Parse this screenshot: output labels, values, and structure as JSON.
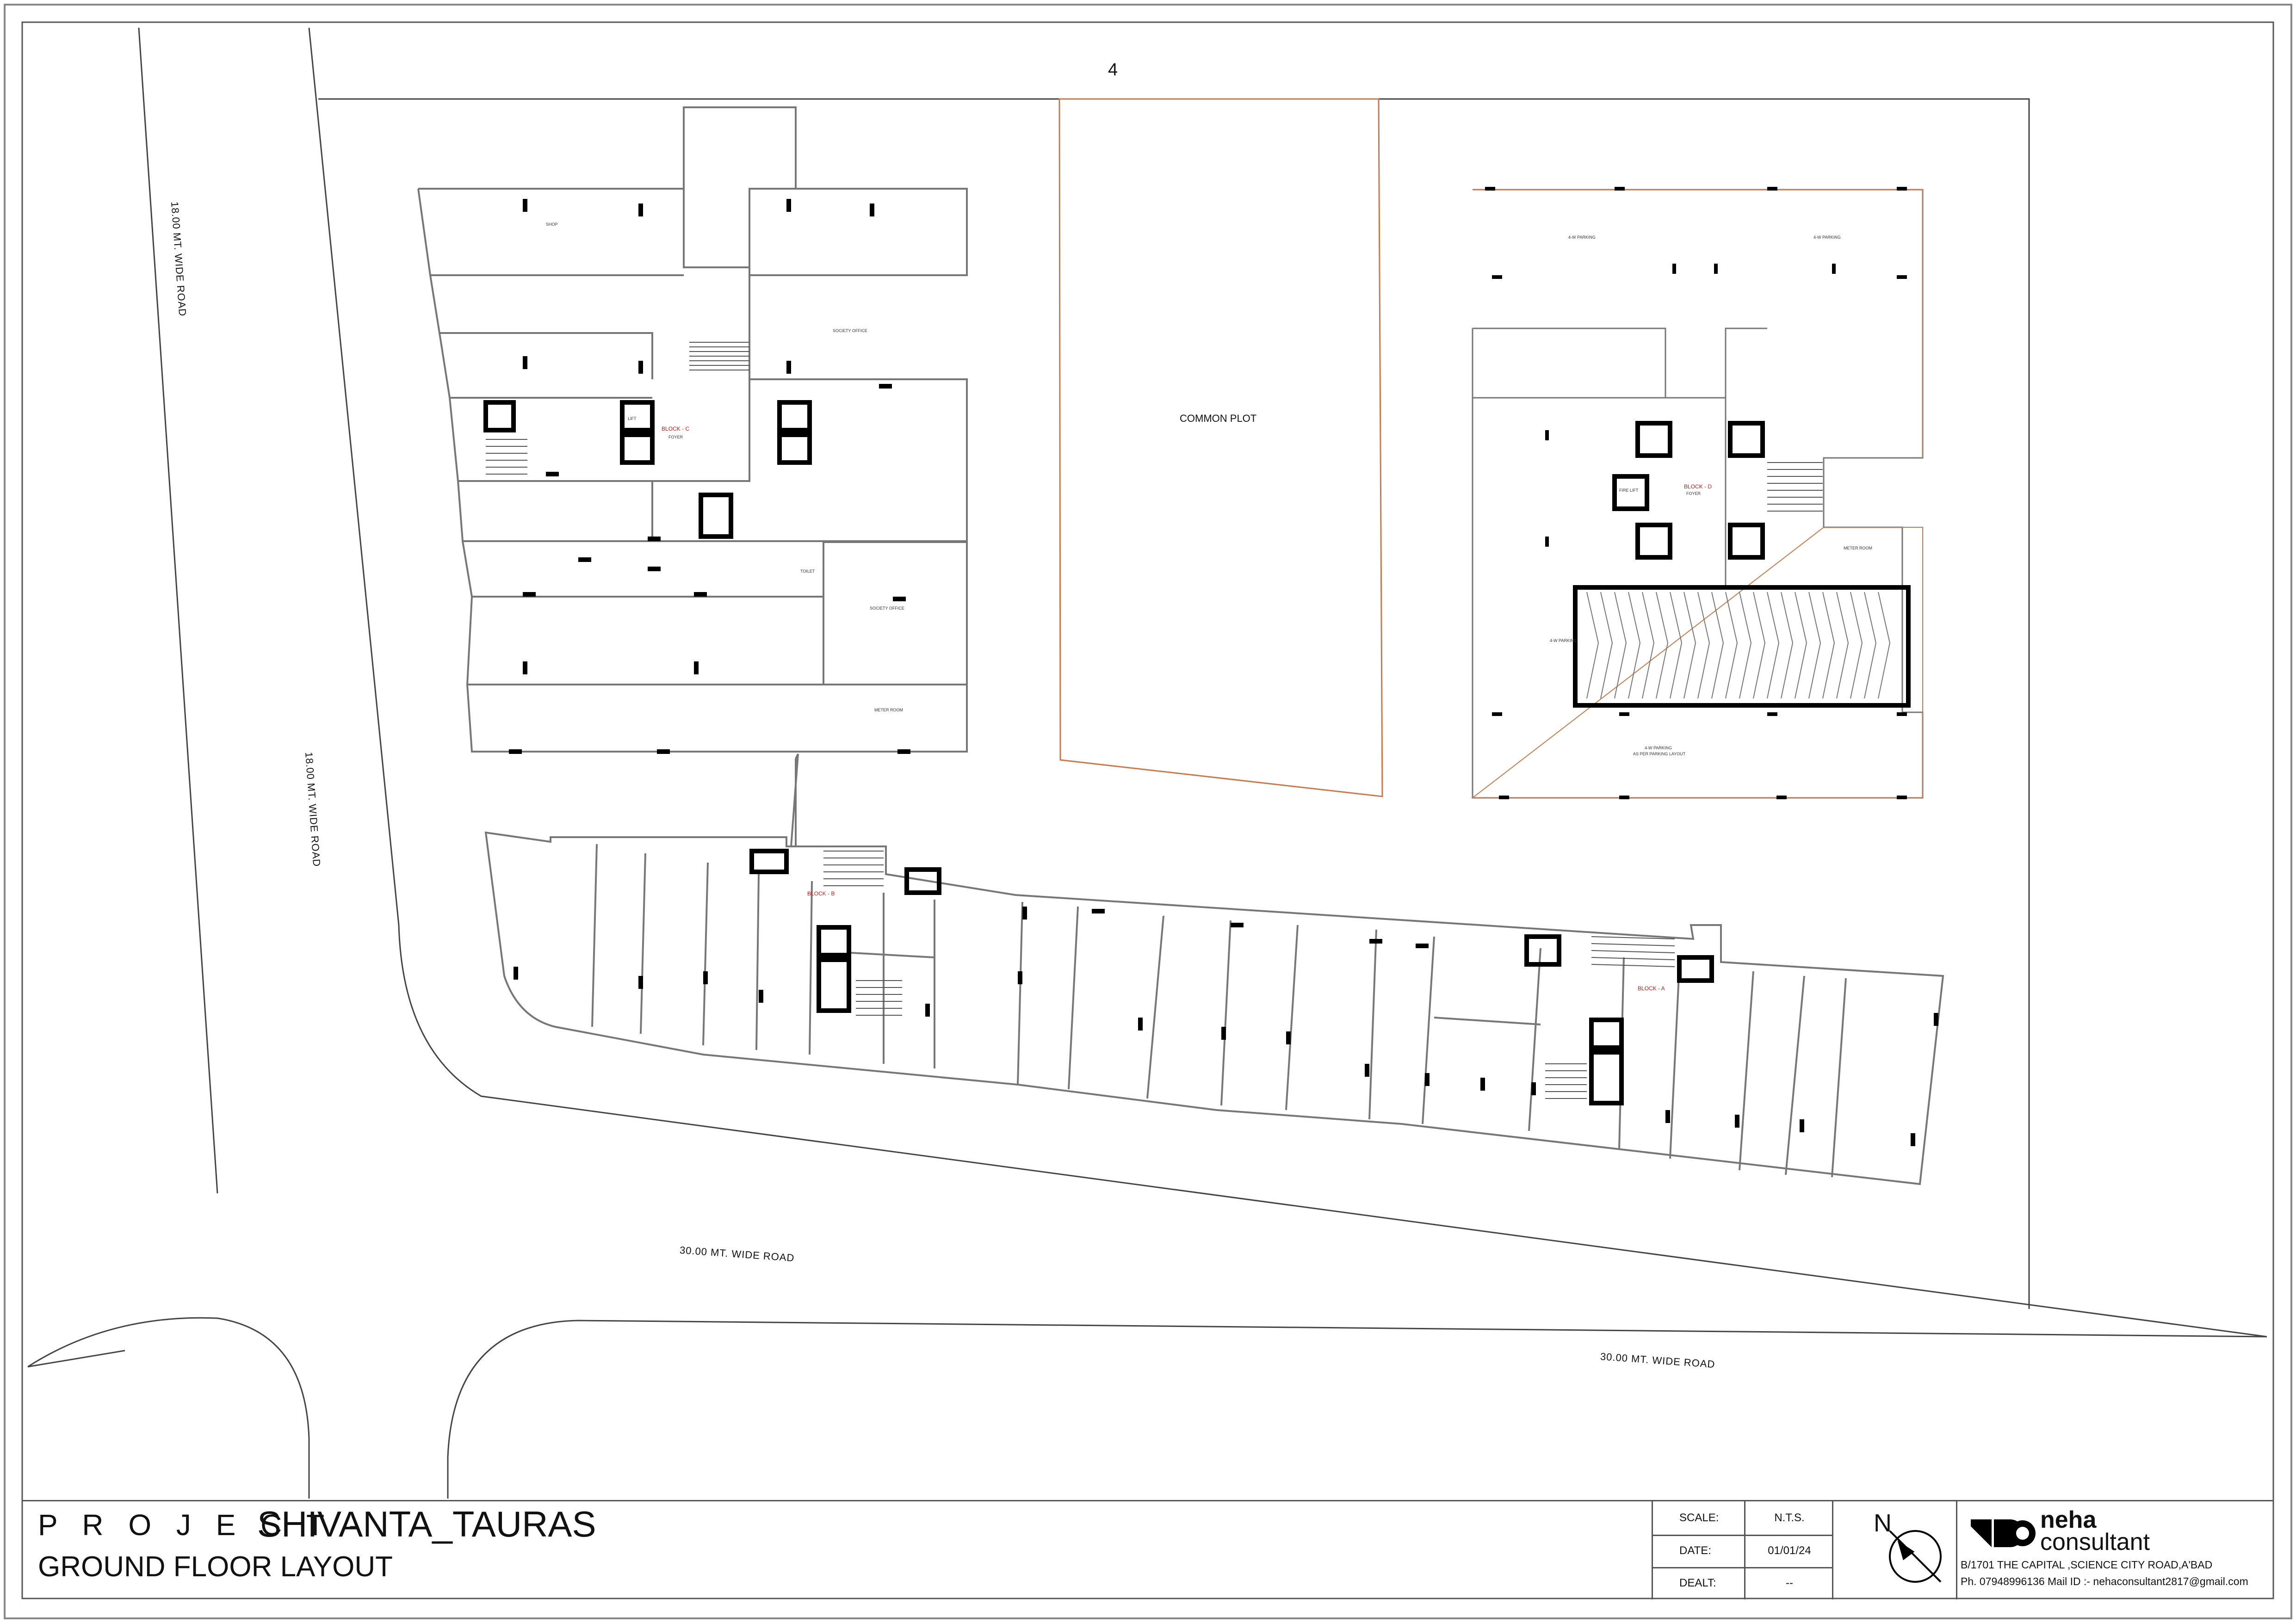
{
  "plot": {
    "north_marker": "4",
    "common_plot": "COMMON PLOT"
  },
  "roads": {
    "west_upper": "18.00 MT. WIDE ROAD",
    "west_lower": "18.00 MT. WIDE ROAD",
    "south_left": "30.00 MT. WIDE ROAD",
    "south_right": "30.00 MT. WIDE ROAD"
  },
  "blocks": {
    "c": "BLOCK - C",
    "d": "BLOCK - D",
    "b": "BLOCK - B",
    "a": "BLOCK - A"
  },
  "rooms": {
    "foyer": "FOYER",
    "lift": "LIFT",
    "fire_lift": "FIRE LIFT",
    "toilet": "TOILET",
    "shop": "SHOP",
    "society_office": "SOCIETY OFFICE",
    "meter_room": "METER ROOM",
    "parking": "4-W PARKING",
    "parking_note": "AS PER PARKING LAYOUT"
  },
  "title_block": {
    "project_label": "P R O J E C T -",
    "project_name": "SHIVANTA_TAURAS",
    "sheet_title": "GROUND FLOOR LAYOUT",
    "scale_key": "SCALE:",
    "scale_val": "N.T.S.",
    "date_key": "DATE:",
    "date_val": "01/01/24",
    "dealt_key": "DEALT:",
    "dealt_val": "--",
    "north": "N",
    "brand_line1": "neha",
    "brand_line2": "consultant",
    "address": "B/1701 THE CAPITAL ,SCIENCE CITY ROAD,A'BAD",
    "contact": "Ph. 07948996136  Mail ID :- nehaconsultant2817@gmail.com"
  }
}
